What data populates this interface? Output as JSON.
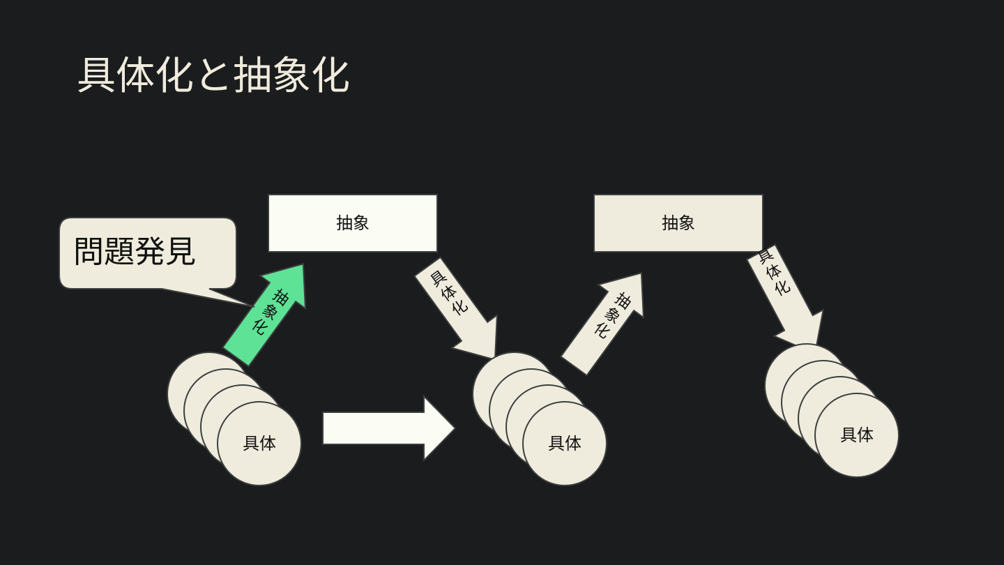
{
  "slide": {
    "title": "具体化と抽象化"
  },
  "callout": {
    "text": "問題発見"
  },
  "stage1": {
    "abstract_label": "抽象",
    "concrete_label": "具体",
    "up_arrow_label": "抽象化",
    "down_arrow_label": "具体化"
  },
  "stage2": {
    "abstract_label": "抽象",
    "concrete_label": "具体",
    "up_arrow_label": "抽象化",
    "down_arrow_label": "具体化"
  },
  "stage3": {
    "concrete_label": "具体"
  },
  "colors": {
    "background": "#1b1c1e",
    "title_text": "#efecdd",
    "shape_fill": "#efecdd",
    "abstract_box_highlight": "#fbfcf4",
    "abstraction_arrow_highlight": "#5ee396",
    "shape_stroke": "#3d3f3f"
  },
  "icons": {
    "transition_arrow": "right-block-arrow",
    "up_arrow": "diagonal-up-block-arrow",
    "down_arrow": "diagonal-down-block-arrow"
  }
}
